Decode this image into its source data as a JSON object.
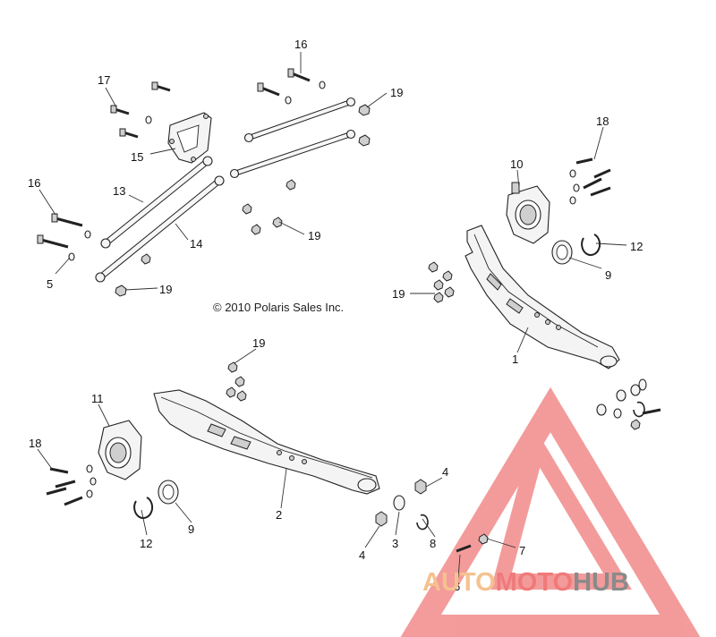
{
  "copyright": "© 2010 Polaris Sales Inc.",
  "watermark": {
    "part1": "AUTO",
    "part2": "MOTO",
    "part3": "HUB",
    "color_orange": "#f5c28f",
    "color_red": "#f07a7a",
    "color_gray": "#8a8a8a"
  },
  "callouts": [
    {
      "id": "c16a",
      "label": "16"
    },
    {
      "id": "c17",
      "label": "17"
    },
    {
      "id": "c19a",
      "label": "19"
    },
    {
      "id": "c15",
      "label": "15"
    },
    {
      "id": "c16b",
      "label": "16"
    },
    {
      "id": "c13",
      "label": "13"
    },
    {
      "id": "c14",
      "label": "14"
    },
    {
      "id": "c19b",
      "label": "19"
    },
    {
      "id": "c5",
      "label": "5"
    },
    {
      "id": "c19c",
      "label": "19"
    },
    {
      "id": "c18a",
      "label": "18"
    },
    {
      "id": "c10",
      "label": "10"
    },
    {
      "id": "c12a",
      "label": "12"
    },
    {
      "id": "c9a",
      "label": "9"
    },
    {
      "id": "c19d",
      "label": "19"
    },
    {
      "id": "c1",
      "label": "1"
    },
    {
      "id": "c19e",
      "label": "19"
    },
    {
      "id": "c11",
      "label": "11"
    },
    {
      "id": "c18b",
      "label": "18"
    },
    {
      "id": "c2",
      "label": "2"
    },
    {
      "id": "c12b",
      "label": "12"
    },
    {
      "id": "c9b",
      "label": "9"
    },
    {
      "id": "c4a",
      "label": "4"
    },
    {
      "id": "c4b",
      "label": "4"
    },
    {
      "id": "c3",
      "label": "3"
    },
    {
      "id": "c8",
      "label": "8"
    },
    {
      "id": "c7",
      "label": "7"
    },
    {
      "id": "c6",
      "label": "6"
    }
  ]
}
